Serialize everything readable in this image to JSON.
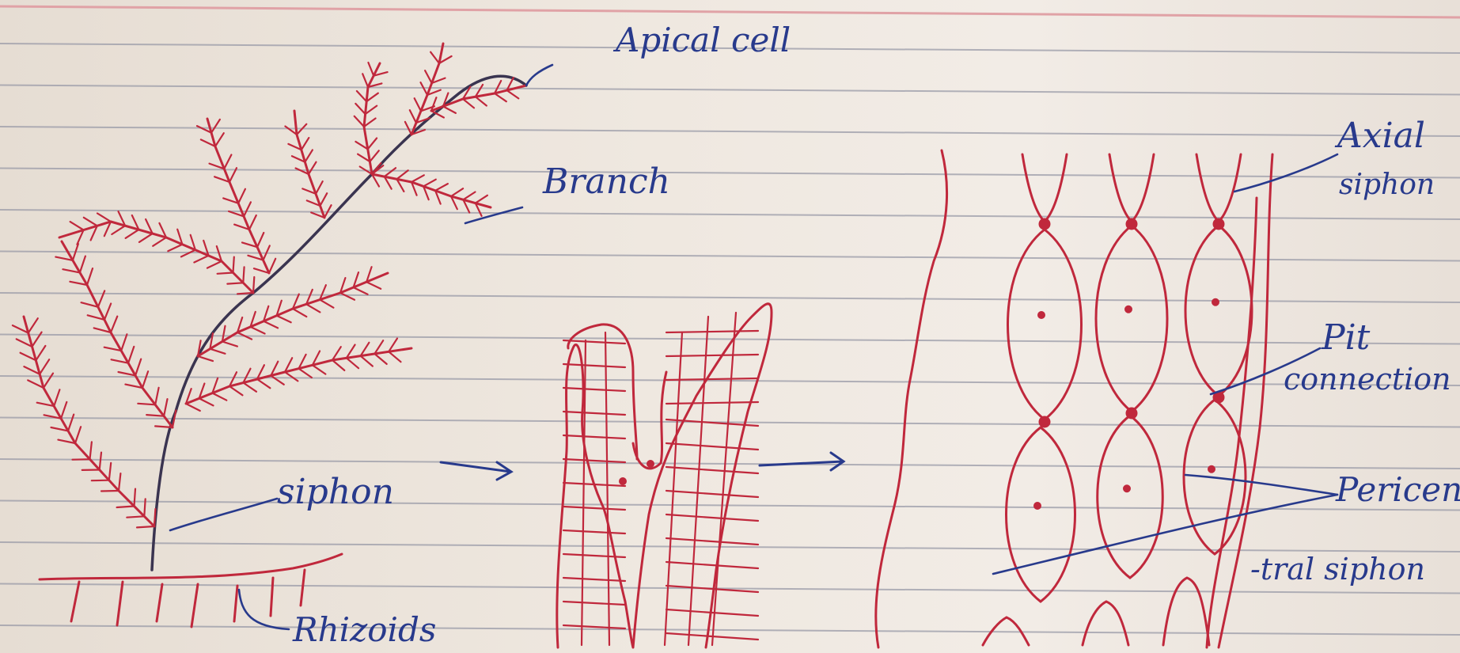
{
  "colors": {
    "paper": "#ece4dc",
    "rule_line": "#9a9ba8",
    "margin_line": "#e0a2a6",
    "red_ink": "#c0283c",
    "blue_ink": "#283a8c"
  },
  "labels": {
    "apical_cell": "Apical cell",
    "branch": "Branch",
    "siphon": "siphon",
    "rhizoids": "Rhizoids",
    "axial_siphon_1": "Axial",
    "axial_siphon_2": "siphon",
    "pit_connection_1": "Pit",
    "pit_connection_2": "connection",
    "pericentral_siphon_1": "Pericen",
    "pericentral_siphon_2": "-tral siphon"
  }
}
